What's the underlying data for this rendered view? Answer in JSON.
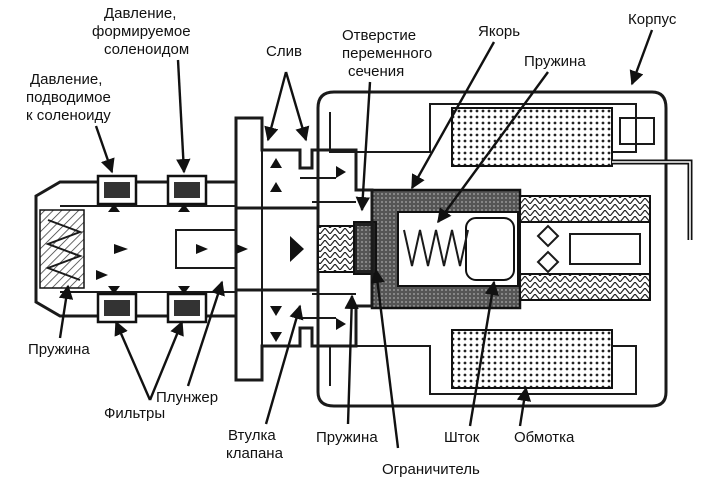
{
  "labels": {
    "pressure_solenoid": [
      "Давление,",
      "формируемое",
      "соленоидом"
    ],
    "pressure_supply": [
      "Давление,",
      "подводимое",
      "к соленоиду"
    ],
    "drain": "Слив",
    "variable_orifice": [
      "Отверстие",
      "переменного",
      "сечения"
    ],
    "armature": "Якорь",
    "spring_right": "Пружина",
    "housing": "Корпус",
    "spring_left": "Пружина",
    "filters": "Фильтры",
    "plunger": "Плунжер",
    "valve_sleeve": [
      "Втулка",
      "клапана"
    ],
    "spring_bottom": "Пружина",
    "limiter": "Ограничитель",
    "stem": "Шток",
    "winding": "Обмотка"
  }
}
